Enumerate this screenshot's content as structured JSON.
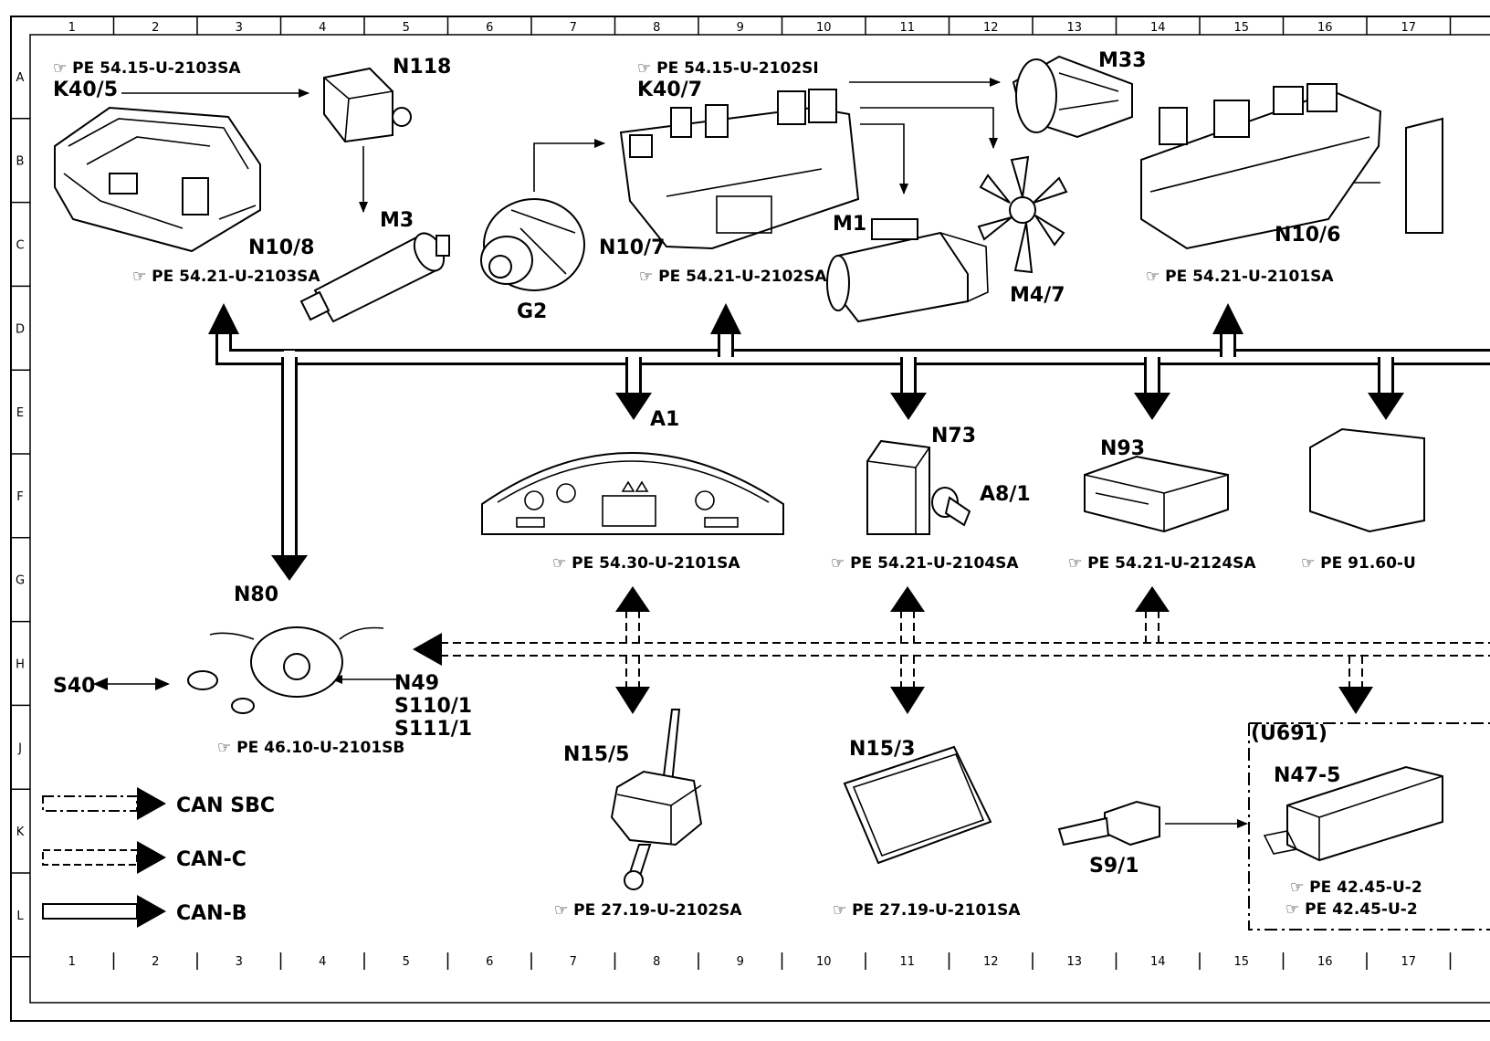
{
  "grid": {
    "cols": [
      "1",
      "2",
      "3",
      "4",
      "5",
      "6",
      "7",
      "8",
      "9",
      "10",
      "11",
      "12",
      "13",
      "14",
      "15",
      "16",
      "17"
    ],
    "rows": [
      "A",
      "B",
      "C",
      "D",
      "E",
      "F",
      "G",
      "H",
      "J",
      "K",
      "L"
    ]
  },
  "components": {
    "k40_5": "K40/5",
    "n118": "N118",
    "k40_7": "K40/7",
    "m33": "M33",
    "m3": "M3",
    "n10_8": "N10/8",
    "g2": "G2",
    "n10_7": "N10/7",
    "m1": "M1",
    "m4_7": "M4/7",
    "n10_6": "N10/6",
    "a1": "A1",
    "n73": "N73",
    "a8_1": "A8/1",
    "n93": "N93",
    "n80": "N80",
    "s40": "S40",
    "n49": "N49",
    "s110_1": "S110/1",
    "s111_1": "S111/1",
    "n15_5": "N15/5",
    "n15_3": "N15/3",
    "s9_1": "S9/1",
    "u691": "(U691)",
    "n47_5": "N47-5"
  },
  "refs": {
    "k40_5": "PE 54.15-U-2103SA",
    "k40_7": "PE 54.15-U-2102SI",
    "n10_8": "PE 54.21-U-2103SA",
    "n10_7": "PE 54.21-U-2102SA",
    "n10_6": "PE 54.21-U-2101SA",
    "a1": "PE 54.30-U-2101SA",
    "n73": "PE 54.21-U-2104SA",
    "n93": "PE 54.21-U-2124SA",
    "right_g": "PE 91.60-U",
    "n80": "PE 46.10-U-2101SB",
    "n15_5": "PE 27.19-U-2102SA",
    "n15_3": "PE 27.19-U-2101SA",
    "n47_5_a": "PE 42.45-U-2",
    "n47_5_b": "PE 42.45-U-2"
  },
  "legend": {
    "can_sbc": "CAN SBC",
    "can_c": "CAN-C",
    "can_b": "CAN-B"
  }
}
